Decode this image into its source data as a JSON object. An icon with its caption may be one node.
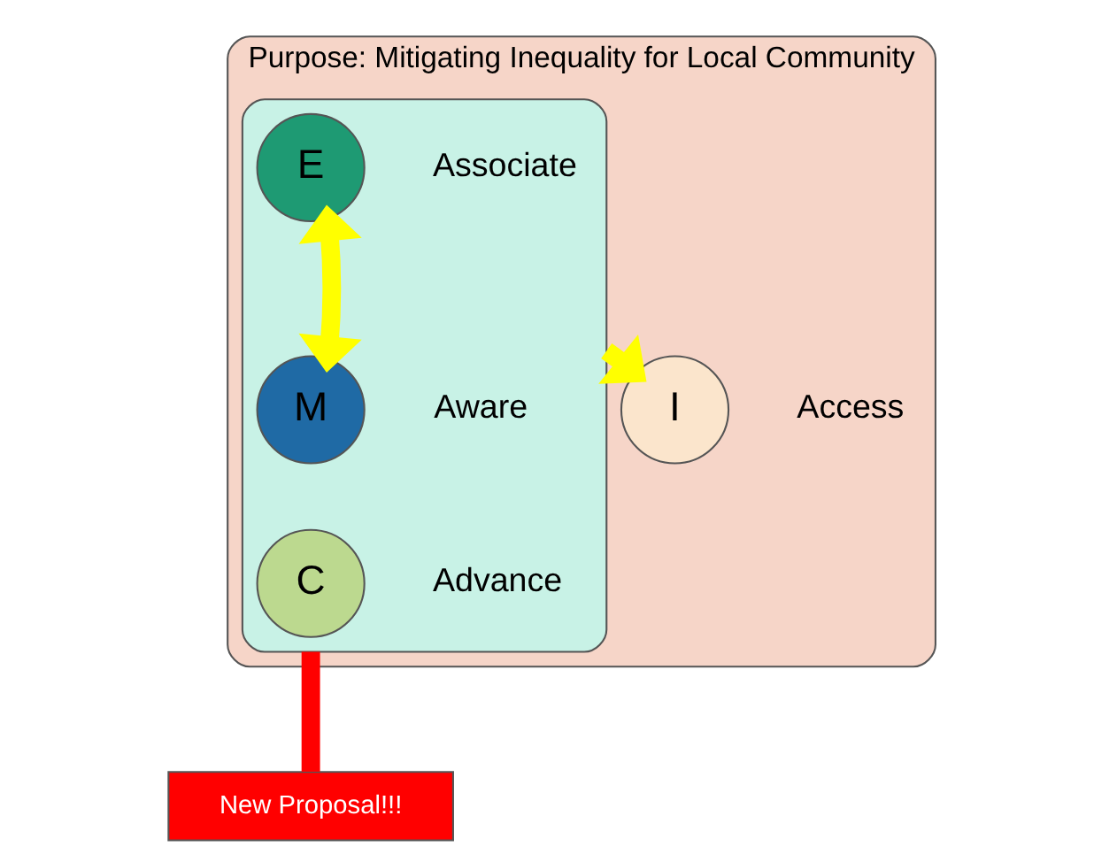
{
  "diagram": {
    "nodes": [
      {
        "text": [
          "Purpose: Mitigating Inequality for Local Community"
        ]
      },
      {
        "text": [],
        "shape": "box",
        "in": 0
      },
      {
        "text": [
          "E"
        ],
        "beside": [
          "Associate"
        ],
        "in": 1
      },
      {
        "text": [
          "M"
        ],
        "beside": [
          "Aware"
        ],
        "in": 1
      },
      {
        "text": [
          "C"
        ],
        "beside": [
          "Advance"
        ],
        "in": 1
      },
      {
        "text": [
          "I"
        ],
        "beside": [
          "Access"
        ],
        "in": 0
      },
      {
        "text": [
          "New Proposal!!!"
        ]
      }
    ],
    "edges": [
      {
        "from": 2,
        "to": 3,
        "arrow": "both"
      },
      {
        "from": 1,
        "to": 5,
        "arrow": "to"
      },
      {
        "from": 6,
        "to": 1,
        "arrow": "none",
        "color": "#ff0000"
      }
    ]
  }
}
